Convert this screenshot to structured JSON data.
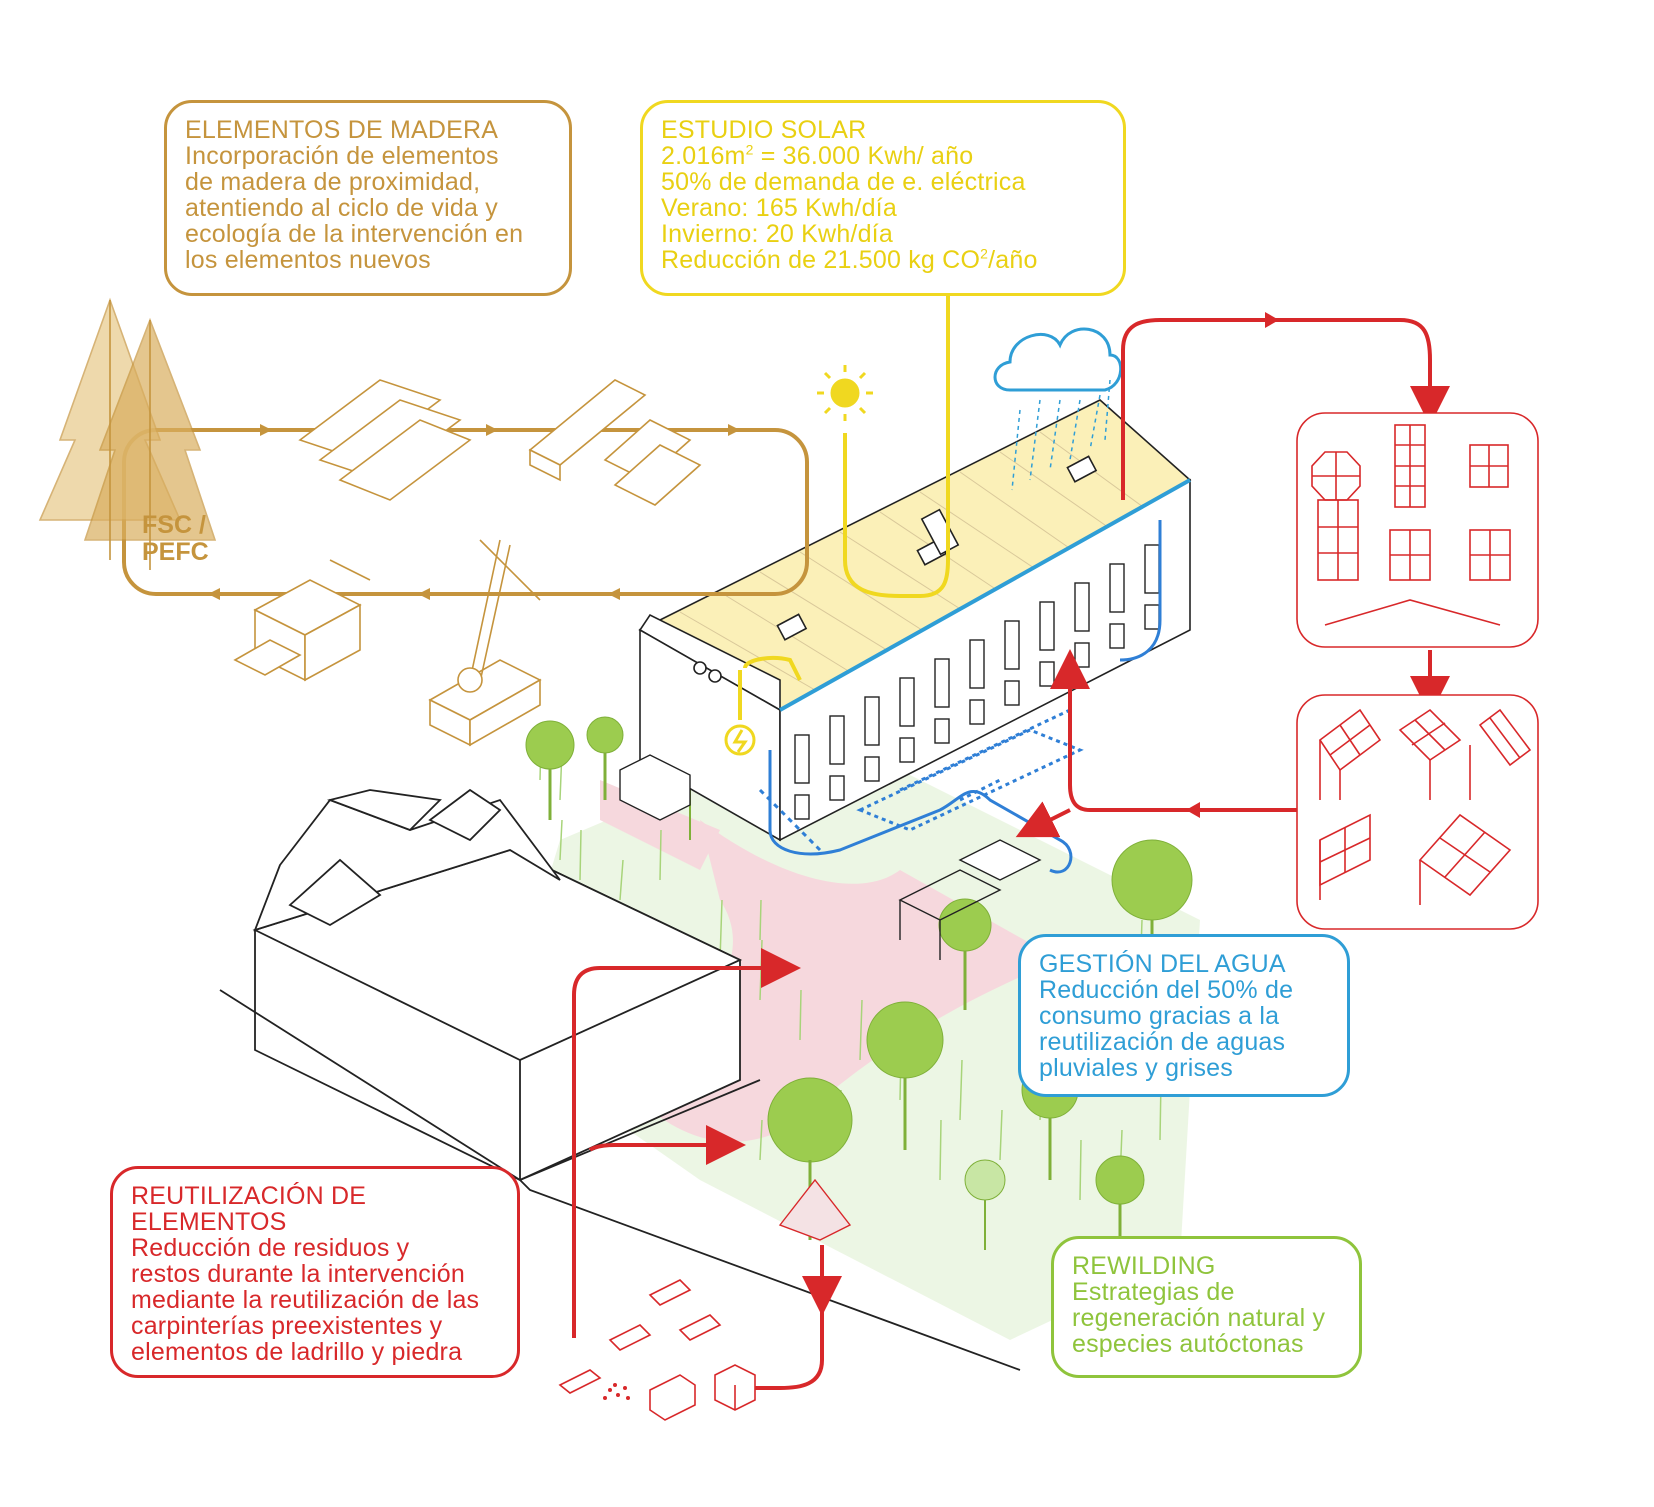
{
  "colors": {
    "wood": "#c5943d",
    "solar": "#f0d820",
    "water": "#2f9ed6",
    "reuse": "#d8282a",
    "rewild": "#8fc43c",
    "line": "#222222"
  },
  "wood_box": {
    "title": "ELEMENTOS DE MADERA",
    "lines": [
      "Incorporación de elementos",
      "de madera de proximidad,",
      "atentiendo al ciclo de vida y",
      "ecología de la intervención en",
      "los elementos nuevos"
    ]
  },
  "solar_box": {
    "title": "ESTUDIO SOLAR",
    "line1_pre": "2.016m",
    "line1_sup": "2",
    "line1_post": " = 36.000 Kwh/ año",
    "line2": "50% de demanda de e. eléctrica",
    "line3": "Verano: 165 Kwh/día",
    "line4": "Invierno: 20 Kwh/día",
    "line5_pre": "Reducción de 21.500 kg CO",
    "line5_sup": "2",
    "line5_post": "/año"
  },
  "fsc_label": {
    "line1": "FSC /",
    "line2": "PEFC"
  },
  "water_box": {
    "title": "GESTIÓN DEL AGUA",
    "lines": [
      "Reducción del 50% de",
      "consumo gracias a la",
      "reutilización de aguas",
      "pluviales y grises"
    ]
  },
  "reuse_box": {
    "title_lines": [
      "REUTILIZACIÓN DE",
      "ELEMENTOS"
    ],
    "lines": [
      "Reducción de residuos y",
      "restos durante la intervención",
      "mediante la reutilización de las",
      "carpinterías preexistentes y",
      "elementos de ladrillo y piedra"
    ]
  },
  "rewild_box": {
    "title": "REWILDING",
    "lines": [
      "Estrategias de",
      "regeneración natural y",
      "especies autóctonas"
    ]
  },
  "icons": [
    "tree-icon",
    "log-pile-icon",
    "lumber-stack-icon",
    "sawmill-icon",
    "crane-truck-icon",
    "sun-icon",
    "cloud-icon",
    "lightning-meter-icon",
    "window-icon",
    "solar-panel-icon",
    "brick-icon",
    "stone-block-icon"
  ]
}
